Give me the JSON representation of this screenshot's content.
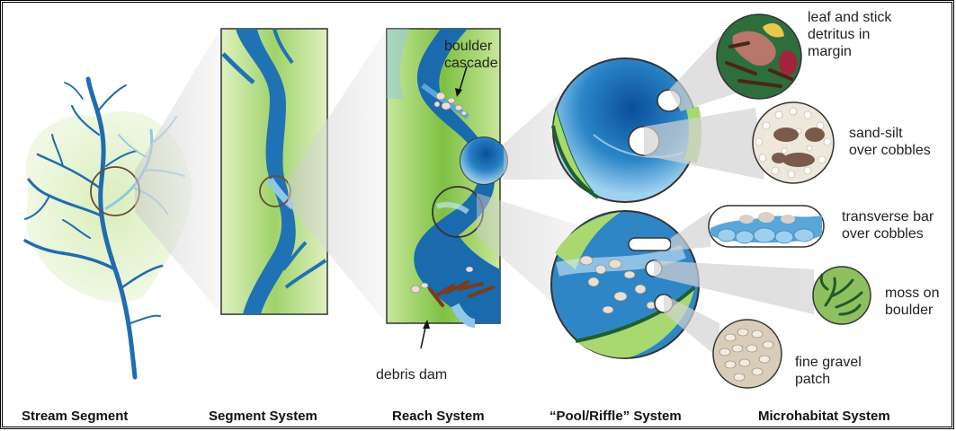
{
  "captions": {
    "stream_segment": "Stream Segment",
    "segment_system": "Segment System",
    "reach_system": "Reach System",
    "pool_riffle_system": "“Pool/Riffle” System",
    "microhabitat_system": "Microhabitat System"
  },
  "labels": {
    "boulder_cascade": [
      "boulder",
      "cascade"
    ],
    "debris_dam": "debris dam",
    "leaf_detritus": [
      "leaf and stick",
      "detritus in",
      "margin"
    ],
    "sand_silt": [
      "sand-silt",
      "over cobbles"
    ],
    "transverse_bar": [
      "transverse bar",
      "over cobbles"
    ],
    "moss": [
      "moss on",
      "boulder"
    ],
    "fine_gravel": [
      "fine gravel",
      "patch"
    ]
  },
  "colors": {
    "stream_dark": "#1d6fb0",
    "stream_light": "#8ecae6",
    "land_green": "#c9e59a",
    "land_green_light": "#e6f3cf",
    "outline": "#333333",
    "gray_zoom": "#d6d6d6"
  }
}
